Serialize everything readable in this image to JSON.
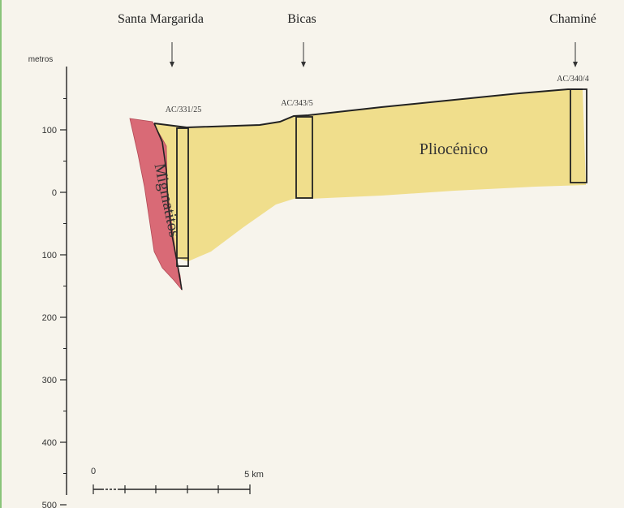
{
  "figure": {
    "localities": [
      {
        "name": "Santa Margarida"
      },
      {
        "name": "Bicas"
      },
      {
        "name": "Chaminé"
      }
    ],
    "wells": [
      {
        "id": "AC/331/25",
        "top_m": 105,
        "bottom_m": -113
      },
      {
        "id": "AC/343/5",
        "top_m": 120,
        "bottom_m": -8
      },
      {
        "id": "AC/340/4",
        "top_m": 165,
        "bottom_m": 17
      }
    ],
    "axis": {
      "title": "metros",
      "ticks": [
        {
          "value": 100,
          "label": "100"
        },
        {
          "value": 0,
          "label": "0"
        },
        {
          "value": -100,
          "label": "100"
        },
        {
          "value": -200,
          "label": "200"
        },
        {
          "value": -300,
          "label": "300"
        },
        {
          "value": -400,
          "label": "400"
        },
        {
          "value": -500,
          "label": "500"
        }
      ]
    },
    "units": [
      {
        "name": "Pliocénico",
        "color": "#f0de8c"
      },
      {
        "name": "Migmatitos",
        "color": "#d96a76"
      }
    ],
    "scale_bar": {
      "start_label": "0",
      "end_label": "5 km"
    }
  }
}
